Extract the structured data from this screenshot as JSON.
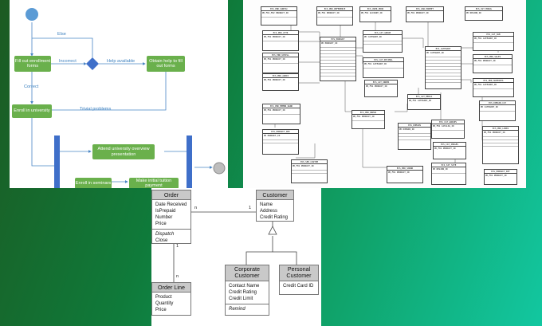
{
  "activity": {
    "nodes": {
      "fill_forms": "Fill out enrollment forms",
      "obtain_help": "Obtain help to fill out forms",
      "enroll": "Enroll in university",
      "attend": "Attend university overview presentation",
      "enroll_seminars": "Enroll in seminars",
      "make_payment": "Make initial tuition payment"
    },
    "guards": {
      "else": "Else",
      "incorrect": "Incorrect",
      "help_available": "Help available",
      "correct": "Correct",
      "trivial": "Trivial problems"
    }
  },
  "uml": {
    "order": {
      "name": "Order",
      "attributes": [
        "Date Received",
        "IsPrepaid",
        "Number",
        "Price"
      ],
      "operations": [
        "Dispatch",
        "Close"
      ]
    },
    "customer": {
      "name": "Customer",
      "attributes": [
        "Name",
        "Address",
        "Credit Rating"
      ]
    },
    "order_line": {
      "name": "Order Line",
      "attributes": [
        "Product",
        "Quantity",
        "Price"
      ]
    },
    "corporate": {
      "name_line1": "Corporate",
      "name_line2": "Customer",
      "attributes": [
        "Contact Name",
        "Credit Rating",
        "Credit Limit"
      ],
      "operations": [
        "Remind"
      ]
    },
    "personal": {
      "name_line1": "Personal",
      "name_line2": "Customer",
      "attributes": [
        "Credit Card ID"
      ]
    },
    "multiplicities": {
      "order_customer_n": "n",
      "order_customer_1": "1",
      "order_line_1": "1",
      "order_line_n": "n"
    }
  },
  "erd": {
    "tables": [
      {
        "t": "ECS_PRD_SURFAC",
        "r": "PK,FK1,FK2 PRODUCT_ID"
      },
      {
        "t": "ECS_PRD_REFERENCE",
        "r": "PK,FK1 PRODUCT_ID"
      },
      {
        "t": "ECS_USER_PROD",
        "r": "PK,FK1 ACCOUNT_ID"
      },
      {
        "t": "ECS_USR_PROMPT",
        "r": "PK,FK1 PRODUCT_ID"
      },
      {
        "t": "ECS_CUT_MODUL",
        "r": "PK REGION_ID"
      },
      {
        "t": "ECS_PRD_ATTR",
        "r": "PK,FK1 PRODUCT_ID"
      },
      {
        "t": "ECS_PRD_UPSELL",
        "r": "PK,FK1 PRODUCT_ID"
      },
      {
        "t": "ECS_CAT_GROUP",
        "r": "PK CATEGORY_ID"
      },
      {
        "t": "ECS_CAT_SUB",
        "r": "PK,FK1 CATEGORY_ID"
      },
      {
        "t": "ECS_PRODUCT",
        "r": "PK PRODUCT_ID"
      },
      {
        "t": "ECS_CATEGORY",
        "r": "PK CATEGORY_ID"
      },
      {
        "t": "ECS_PRD_AUDIO",
        "r": "PK,FK1 PRODUCT_ID"
      },
      {
        "t": "ECS_CAT_DECIMAL",
        "r": "PK,FK1 CATEGORY_ID"
      },
      {
        "t": "ECS_PRD_SALES",
        "r": "PK,FK1 PRODUCT_ID"
      },
      {
        "t": "ECS_PRD_SUPPORTS",
        "r": "PK,FK1 CATEGORY_ID"
      },
      {
        "t": "ECS_PRD_MEMBR_RANK",
        "r": "PK,FK1 PRODUCT_ID"
      },
      {
        "t": "ECS_CAT_ORDER",
        "r": "PK,FK1 PRODUCT_ID"
      },
      {
        "t": "ECS_CAT_MEDIA",
        "r": "PK,FK1 CATEGORY_ID"
      },
      {
        "t": "ECS_PRD_BREAD",
        "r": "PK,FK1 PRODUCT_ID"
      },
      {
        "t": "ECS_PRODUCT_REV",
        "r": "PK PRODUCT_ID"
      },
      {
        "t": "ECS_DOMAIN",
        "r": "PK DOMAIN_ID"
      },
      {
        "t": "ECS_CAT_GROUPS",
        "r": "PK,FK1 CATALOG_ID"
      },
      {
        "t": "ECS_DOMAIN_CAT",
        "r": "PK CATEGORY_ID"
      },
      {
        "t": "ECS_CAT_IMAGES",
        "r": "PK,FK1 PRODUCT_ID"
      },
      {
        "t": "ECS_SEO_CUSTOM",
        "r": "PK,FK1 PRODUCT_ID"
      },
      {
        "t": "ECS_PRD_SOUND",
        "r": "PK,FK1 PRODUCT_ID"
      },
      {
        "t": "ECS_SIT_SITE",
        "r": "PK REGION_ID"
      },
      {
        "t": "ECS_PRD_LINKS",
        "r": "PK,FK1 PRODUCT_ID"
      },
      {
        "t": "ECS_PRODUCT_KEY",
        "r": "PK,FK1 PRODUCT_ID"
      }
    ]
  }
}
